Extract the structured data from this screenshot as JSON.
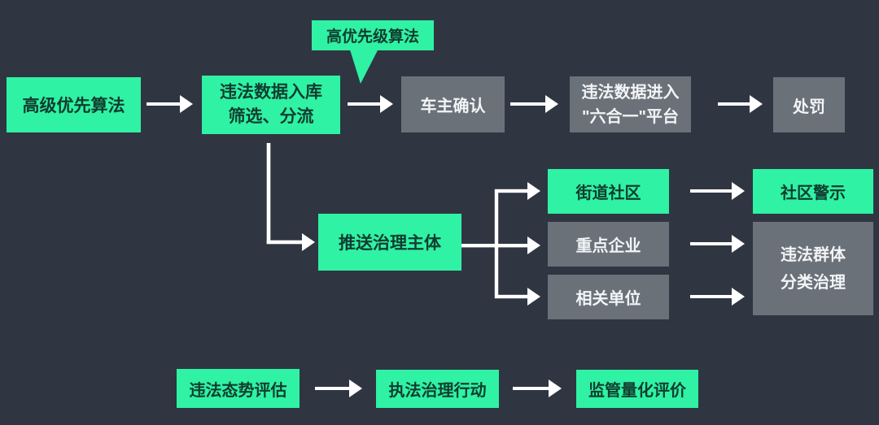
{
  "diagram": {
    "colors": {
      "background": "#2f3642",
      "node_green": "#2ff2a4",
      "node_green_text": "#113c2f",
      "node_gray": "#6a7179",
      "node_gray_text": "#f2f4f6",
      "arrow": "#ffffff"
    },
    "callout": {
      "label": "高优先级算法"
    },
    "nodes": {
      "advanced_priority": {
        "label": "高级优先算法"
      },
      "data_intake": {
        "label": "违法数据入库\n筛选、分流"
      },
      "owner_confirm": {
        "label": "车主确认"
      },
      "six_in_one": {
        "label": "违法数据进入\n\"六合一\"平台"
      },
      "punishment": {
        "label": "处罚"
      },
      "push_governance": {
        "label": "推送治理主体"
      },
      "street_community": {
        "label": "街道社区"
      },
      "key_enterprise": {
        "label": "重点企业"
      },
      "related_units": {
        "label": "相关单位"
      },
      "community_warning": {
        "label": "社区警示"
      },
      "group_governance": {
        "label": "违法群体\n分类治理"
      },
      "situation_assessment": {
        "label": "违法态势评估"
      },
      "enforcement_action": {
        "label": "执法治理行动"
      },
      "quantified_evaluation": {
        "label": "监管量化评价"
      }
    }
  }
}
